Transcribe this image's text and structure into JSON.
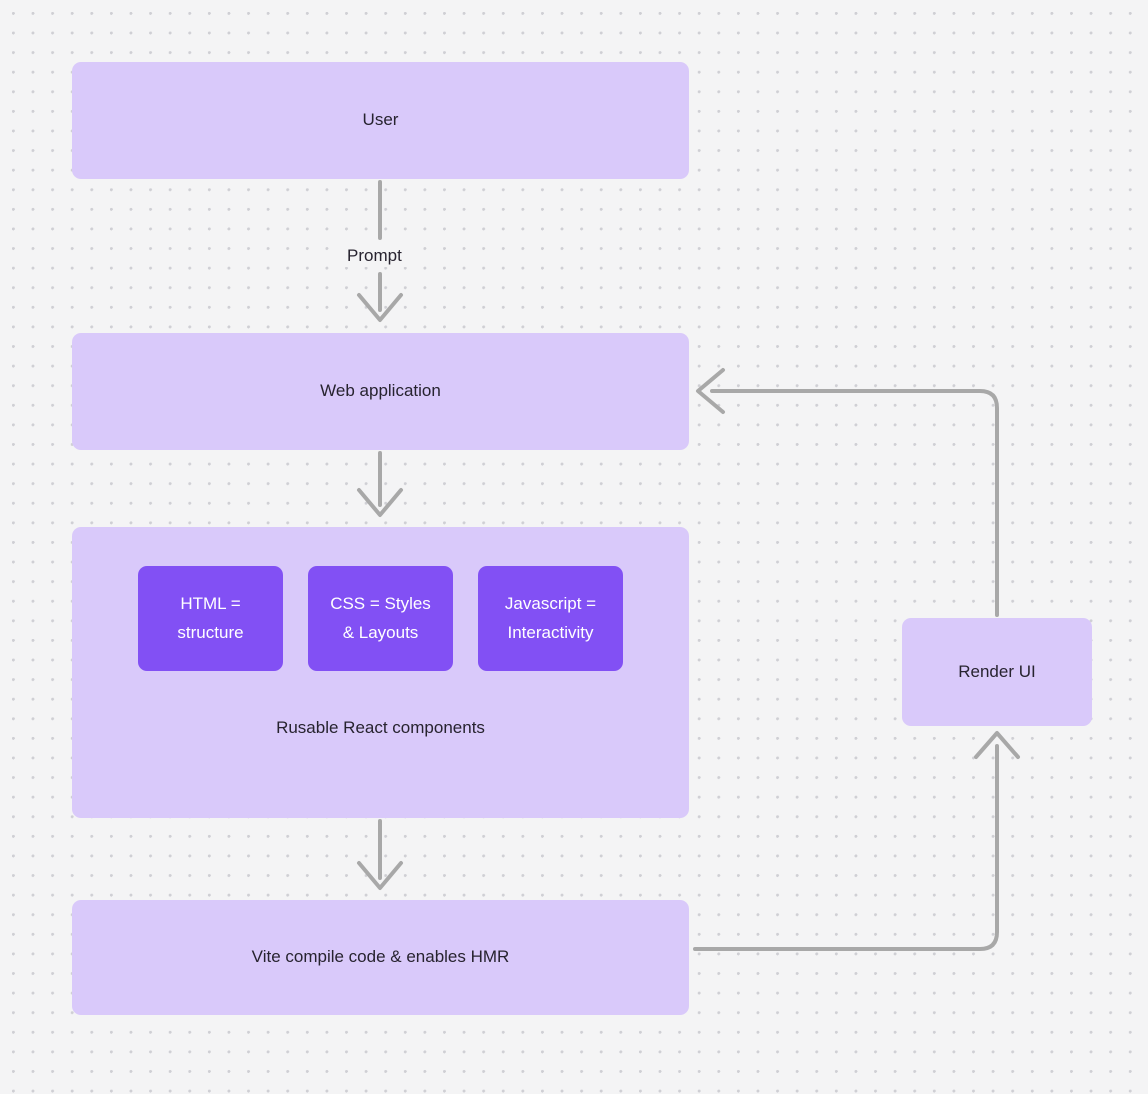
{
  "diagram": {
    "title": "Web application rendering flow",
    "type": "flowchart",
    "background": {
      "color": "#f4f4f5",
      "dot_color": "#cfcfd4",
      "pattern": "dot-grid"
    },
    "colors": {
      "node_fill": "#d9c9fa",
      "chip_fill": "#8250f4",
      "chip_text": "#ffffff",
      "node_text": "#27232f",
      "edge_stroke": "#a8a8a8"
    },
    "nodes": [
      {
        "id": "user",
        "label": "User"
      },
      {
        "id": "webapp",
        "label": "Web application"
      },
      {
        "id": "components",
        "label": "Rusable React components"
      },
      {
        "id": "vite",
        "label": "Vite compile code & enables HMR"
      },
      {
        "id": "render",
        "label": "Render UI"
      }
    ],
    "chips": [
      {
        "id": "html",
        "label": "HTML =\nstructure"
      },
      {
        "id": "css",
        "label": "CSS = Styles\n& Layouts"
      },
      {
        "id": "javascript",
        "label": "Javascript =\nInteractivity"
      }
    ],
    "chip_lines": {
      "html": {
        "line1": "HTML =",
        "line2": "structure"
      },
      "css": {
        "line1": "CSS = Styles",
        "line2": "& Layouts"
      },
      "javascript": {
        "line1": "Javascript =",
        "line2": "Interactivity"
      }
    },
    "edges": [
      {
        "id": "user-to-webapp",
        "from": "user",
        "to": "webapp",
        "label": "Prompt"
      },
      {
        "id": "webapp-to-components",
        "from": "webapp",
        "to": "components",
        "label": ""
      },
      {
        "id": "components-to-vite",
        "from": "components",
        "to": "vite",
        "label": ""
      },
      {
        "id": "vite-to-render",
        "from": "vite",
        "to": "render",
        "label": ""
      },
      {
        "id": "render-to-webapp",
        "from": "render",
        "to": "webapp",
        "label": ""
      }
    ],
    "labels": {
      "prompt": "Prompt"
    }
  }
}
